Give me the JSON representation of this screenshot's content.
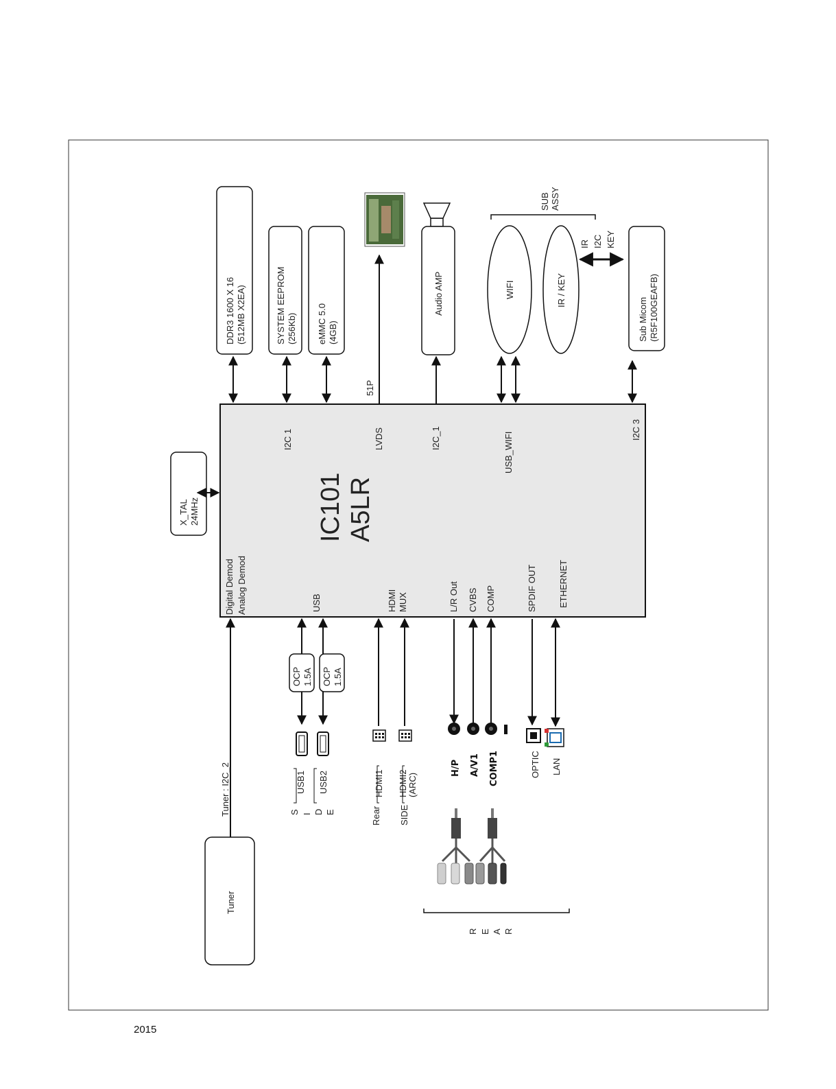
{
  "blocks": {
    "ddr3": {
      "line1": "DDR3  1600 X 16",
      "line2": "(512MB X2EA)"
    },
    "eeprom": {
      "line1": "SYSTEM EEPROM",
      "line2": "(256Kb)"
    },
    "emmc": {
      "line1": "eMMC 5.0",
      "line2": "(4GB)"
    },
    "audio_amp": "Audio AMP",
    "wifi": "WIFI",
    "ir_key": "IR / KEY",
    "sub_assy": {
      "line1": "SUB",
      "line2": "ASSY"
    },
    "ir_i2c_key": {
      "line1": "IR",
      "line2": "I2C",
      "line3": "KEY"
    },
    "sub_micom": {
      "line1": "Sub Micom",
      "line2": "(R5F100GEAFB)"
    },
    "xtal": {
      "line1": "X_TAL",
      "line2": "24MHz"
    },
    "tuner": "Tuner",
    "ocp1": {
      "line1": "OCP",
      "line2": "1.5A"
    },
    "ocp2": {
      "line1": "OCP",
      "line2": "1.5A"
    },
    "p51": "51P"
  },
  "chip": {
    "name1": "IC101",
    "name2": "A5LR",
    "pins_top": {
      "i2c1": "I2C 1",
      "lvds": "LVDS",
      "i2c_1": "I2C_1",
      "usb_wifi": "USB_WIFI",
      "i2c3": "I2C 3"
    },
    "pins_bottom": {
      "demod1": "Digital Demod",
      "demod2": "Analog Demod",
      "usb": "USB",
      "hdmi": "HDMI",
      "mux": "MUX",
      "lr_out": "L/R Out",
      "cvbs": "CVBS",
      "comp": "COMP",
      "spdif": "SPDIF OUT",
      "ethernet": "ETHERNET"
    }
  },
  "connectors": {
    "tuner_i2c": "Tuner : I2C_2",
    "usb1": "USB1",
    "usb2": "USB2",
    "side_letters": [
      "S",
      "I",
      "D",
      "E"
    ],
    "rear": "Rear",
    "side": "SIDE",
    "hdmi1": "HDMI1",
    "hdmi2": "HDMI2",
    "arc": "(ARC)",
    "hp": "H/P",
    "av1": "A/V1",
    "comp1": "COMP1",
    "optic": "OPTIC",
    "lan": "LAN",
    "rear_letters": [
      "R",
      "E",
      "A",
      "R"
    ]
  },
  "footer": "2015",
  "colors": {
    "chip_fill": "#e8e8e8",
    "stroke": "#111111"
  }
}
